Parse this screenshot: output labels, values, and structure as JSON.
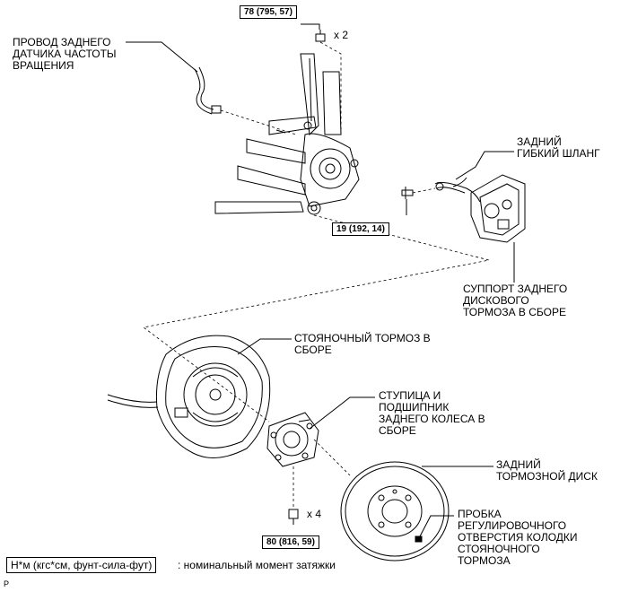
{
  "labels": {
    "sensor_wire": "ПРОВОД ЗАДНЕГО\nДАТЧИКА ЧАСТОТЫ\nВРАЩЕНИЯ",
    "flex_hose": "ЗАДНИЙ\nГИБКИЙ ШЛАНГ",
    "caliper": "СУППОРТ ЗАДНЕГО\nДИСКОВОГО\nТОРМОЗА В СБОРЕ",
    "parking_brake": "СТОЯНОЧНЫЙ ТОРМОЗ В\nСБОРЕ",
    "hub_bearing": "СТУПИЦА И\nПОДШИПНИК\nЗАДНЕГО КОЛЕСА В\nСБОРЕ",
    "brake_disc": "ЗАДНИЙ\nТОРМОЗНОЙ ДИСК",
    "hole_plug": "ПРОБКА\nРЕГУЛИРОВОЧНОГО\nОТВЕРСТИЯ КОЛОДКИ\nСТОЯНОЧНОГО\nТОРМОЗА"
  },
  "torques": {
    "top": "78 (795, 57)",
    "caliper_bolt": "19 (192, 14)",
    "hub_bolt": "80 (816, 59)"
  },
  "multipliers": {
    "top": "x 2",
    "hub": "x 4"
  },
  "legend": {
    "unit": "Н*м (кгс*см, фунт-сила-фут)",
    "description": ": номинальный момент затяжки"
  },
  "corner_mark": "P"
}
